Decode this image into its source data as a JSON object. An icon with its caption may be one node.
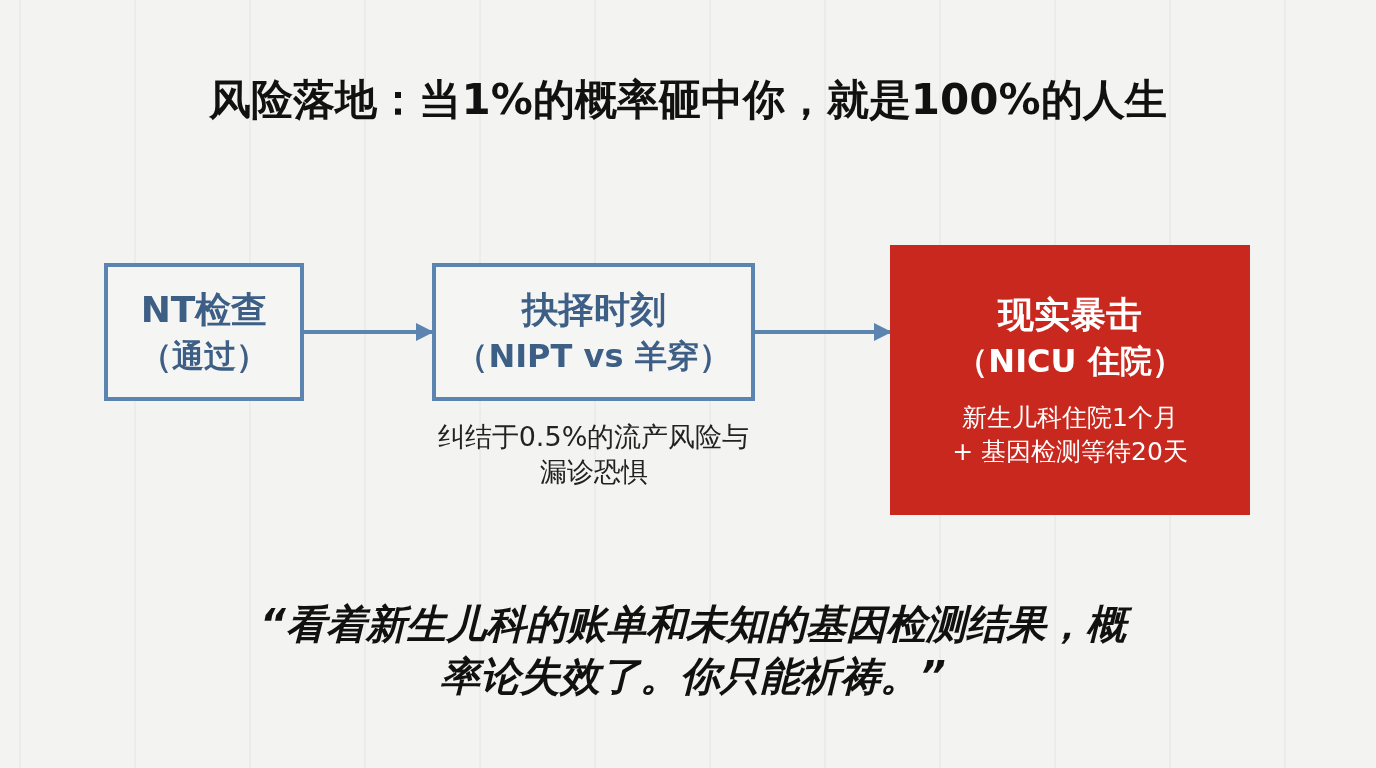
{
  "diagram": {
    "title": "风险落地：当1%的概率砸中你，就是100%的人生",
    "nodes": [
      {
        "text": [
          "NT检查",
          "（通过）"
        ]
      },
      {
        "text": [
          "抉择时刻",
          "（NIPT vs 羊穿）"
        ],
        "beside": [
          "纠结于0.5%的流产风险与漏诊恐惧"
        ]
      },
      {
        "text": [
          "现实暴击",
          "（NICU 住院）",
          "新生儿科住院1个月",
          "+ 基因检测等待20天"
        ]
      }
    ],
    "edges": [
      {
        "from": 0,
        "to": 1,
        "arrow": "to"
      },
      {
        "from": 1,
        "to": 2,
        "arrow": "to"
      }
    ],
    "labels": [
      "“看着新生儿科的账单和未知的基因检测结果，概率论失效了。你只能祈祷。”"
    ]
  }
}
